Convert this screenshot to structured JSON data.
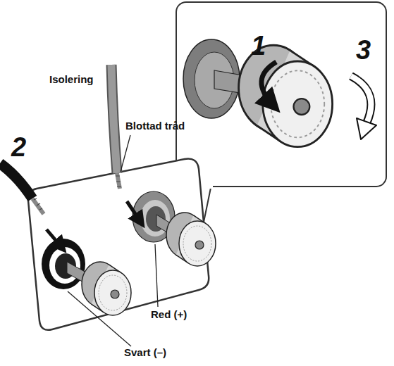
{
  "diagram": {
    "labels": [
      "1",
      "3",
      "Isolering",
      "Blottad tråd",
      "2",
      "Red (+)",
      "Svart (–)"
    ]
  }
}
